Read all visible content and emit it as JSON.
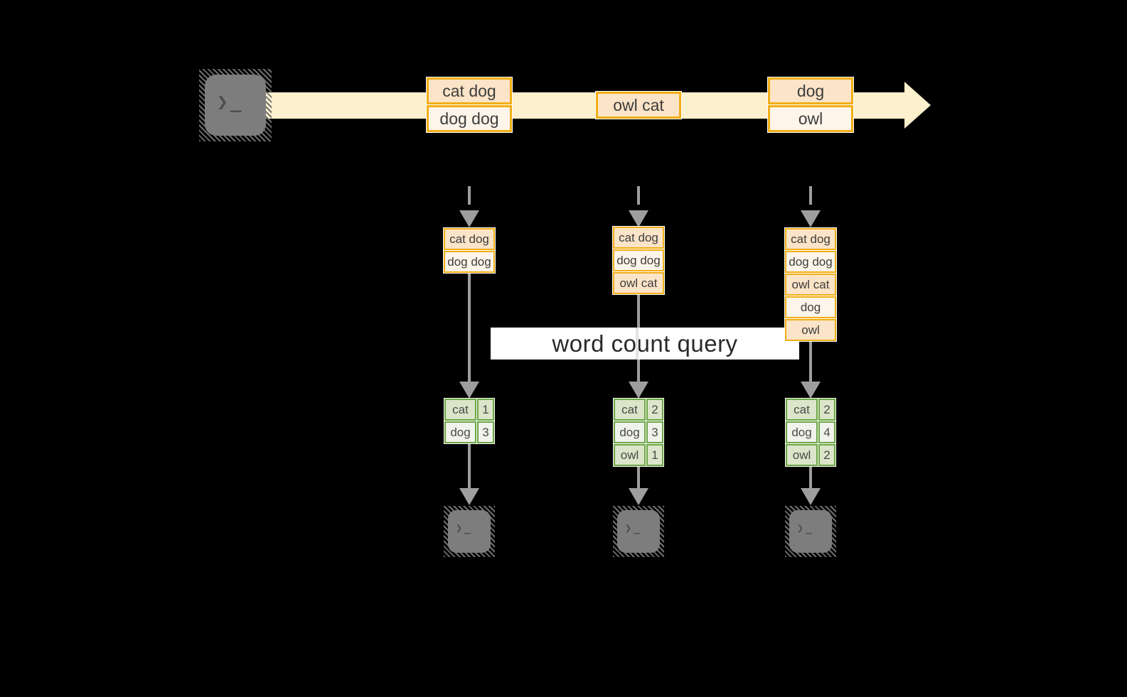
{
  "diagram": {
    "query_band": {
      "label": "word count query"
    },
    "stream": {
      "groups": [
        {
          "items": [
            "cat dog",
            "dog dog"
          ]
        },
        {
          "items": [
            "owl cat"
          ]
        },
        {
          "items": [
            "dog",
            "owl"
          ]
        }
      ]
    },
    "columns": [
      {
        "stack_items": [
          "cat dog",
          "dog dog"
        ],
        "counts": [
          {
            "word": "cat",
            "count": "1"
          },
          {
            "word": "dog",
            "count": "3"
          }
        ]
      },
      {
        "stack_items": [
          "cat dog",
          "dog dog",
          "owl cat"
        ],
        "counts": [
          {
            "word": "cat",
            "count": "2"
          },
          {
            "word": "dog",
            "count": "3"
          },
          {
            "word": "owl",
            "count": "1"
          }
        ]
      },
      {
        "stack_items": [
          "cat dog",
          "dog dog",
          "owl cat",
          "dog",
          "owl"
        ],
        "counts": [
          {
            "word": "cat",
            "count": "2"
          },
          {
            "word": "dog",
            "count": "4"
          },
          {
            "word": "owl",
            "count": "2"
          }
        ]
      }
    ],
    "icons": {
      "prompt_glyph": "❯_"
    },
    "colors": {
      "background": "#000000",
      "gold_border": "#F1AE15",
      "peach_fill": "#FBE4C7",
      "cream_fill": "#FDF5E9",
      "stream_arrow": "#FCF0CD",
      "green_border": "#6CA644",
      "green_cell_dark": "#DBE5C9",
      "green_cell_light": "#F0F3EA",
      "arrow_gray": "#9E9E9E",
      "terminal_gray": "#7D7D7D",
      "band_bg": "#FFFFFF",
      "text": "#3D3D3D"
    }
  }
}
